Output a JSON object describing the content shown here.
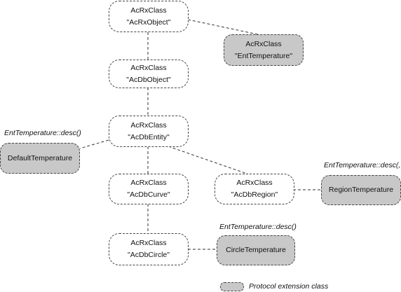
{
  "nodes": {
    "acrxobject": {
      "line1": "AcRxClass",
      "line2": "\"AcRxObject\""
    },
    "ent_temperature": {
      "line1": "AcRxClass",
      "line2": "\"EntTemperature\""
    },
    "acdbobject": {
      "line1": "AcRxClass",
      "line2": "\"AcDbObject\""
    },
    "acdbentity": {
      "line1": "AcRxClass",
      "line2": "\"AcDbEntity\""
    },
    "acdbcurve": {
      "line1": "AcRxClass",
      "line2": "\"AcDbCurve\""
    },
    "acdbregion": {
      "line1": "AcRxClass",
      "line2": "\"AcDbRegion\""
    },
    "acdbcircle": {
      "line1": "AcRxClass",
      "line2": "\"AcDbCircle\""
    },
    "default_temperature": {
      "label": "DefaultTemperature"
    },
    "region_temperature": {
      "label": "RegionTemperature"
    },
    "circle_temperature": {
      "label": "CircleTemperature"
    }
  },
  "labels": {
    "default_desc": "EntTemperature::desc()",
    "region_desc": "EntTemperature::desc(,",
    "circle_desc": "EntTemperature::desc()"
  },
  "legend": {
    "text": "Protocol extension class"
  },
  "colors": {
    "extension_fill": "#c8c8c8",
    "border": "#444444"
  }
}
